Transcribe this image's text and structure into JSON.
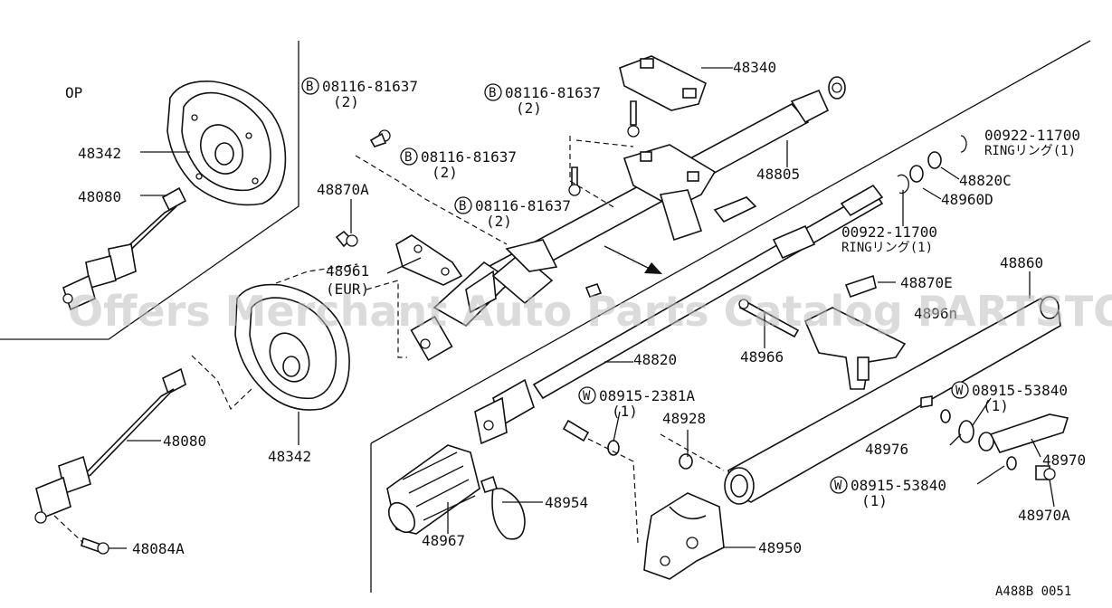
{
  "diagram": {
    "op_label": "OP",
    "code": "A488B 0051",
    "watermark": "Offers Merchant Auto Parts Catalog PARTSTORE.SA",
    "labels": {
      "p48342_top": "48342",
      "p48080_top": "48080",
      "p48870A": "48870A",
      "p48961": "48961",
      "eur": "(EUR)",
      "p48342_bot": "48342",
      "p48080_bot": "48080",
      "p48084A": "48084A",
      "p48340": "48340",
      "p48805": "48805",
      "p48820C": "48820C",
      "p48960D": "48960D",
      "ring1_num": "00922-11700",
      "ring1_txt": "RINGリング(1)",
      "ring2_num": "00922-11700",
      "ring2_txt": "RINGリング(1)",
      "p48860": "48860",
      "p48870E": "48870E",
      "p4896n": "4896n",
      "p48966": "48966",
      "p48820": "48820",
      "p48928": "48928",
      "p48976": "48976",
      "p48970": "48970",
      "p48970A": "48970A",
      "p48954": "48954",
      "p48967": "48967",
      "p48950": "48950"
    },
    "bolts": [
      {
        "prefix": "B",
        "number": "08116-81637",
        "qty": "(2)"
      },
      {
        "prefix": "B",
        "number": "08116-81637",
        "qty": "(2)"
      },
      {
        "prefix": "B",
        "number": "08116-81637",
        "qty": "(2)"
      },
      {
        "prefix": "B",
        "number": "08116-81637",
        "qty": "(2)"
      }
    ],
    "washers": [
      {
        "prefix": "W",
        "number": "08915-2381A",
        "qty": "(1)"
      },
      {
        "prefix": "W",
        "number": "08915-53840",
        "qty": "(1)"
      },
      {
        "prefix": "W",
        "number": "08915-53840",
        "qty": "(1)"
      }
    ]
  }
}
